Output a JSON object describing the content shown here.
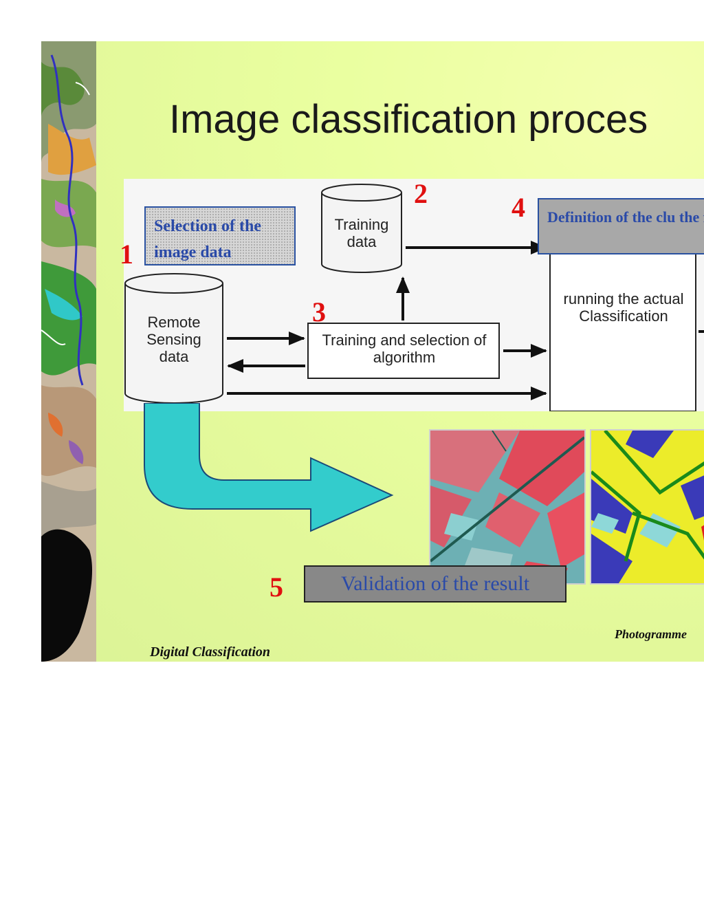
{
  "slide": {
    "title": "Image classification proces",
    "footer_left": "Digital Classification",
    "footer_right": "Photogramme"
  },
  "diagram": {
    "nodes": {
      "remote_sensing_data": "Remote Sensing data",
      "training_data": "Training data",
      "training_selection": "Training and selection of algorithm",
      "running_classification": "running the actual Classification"
    },
    "steps": [
      "1",
      "2",
      "3",
      "4",
      "5"
    ],
    "notes": {
      "selection": "Selection of the image data",
      "definition": "Definition of the clu the feature space",
      "validation": "Validation of the result"
    }
  },
  "colors": {
    "step_number": "#e01010",
    "note_text": "#2a4aa8",
    "flow_arrow": "#33cccc",
    "slide_background": "#e6fa9e"
  }
}
